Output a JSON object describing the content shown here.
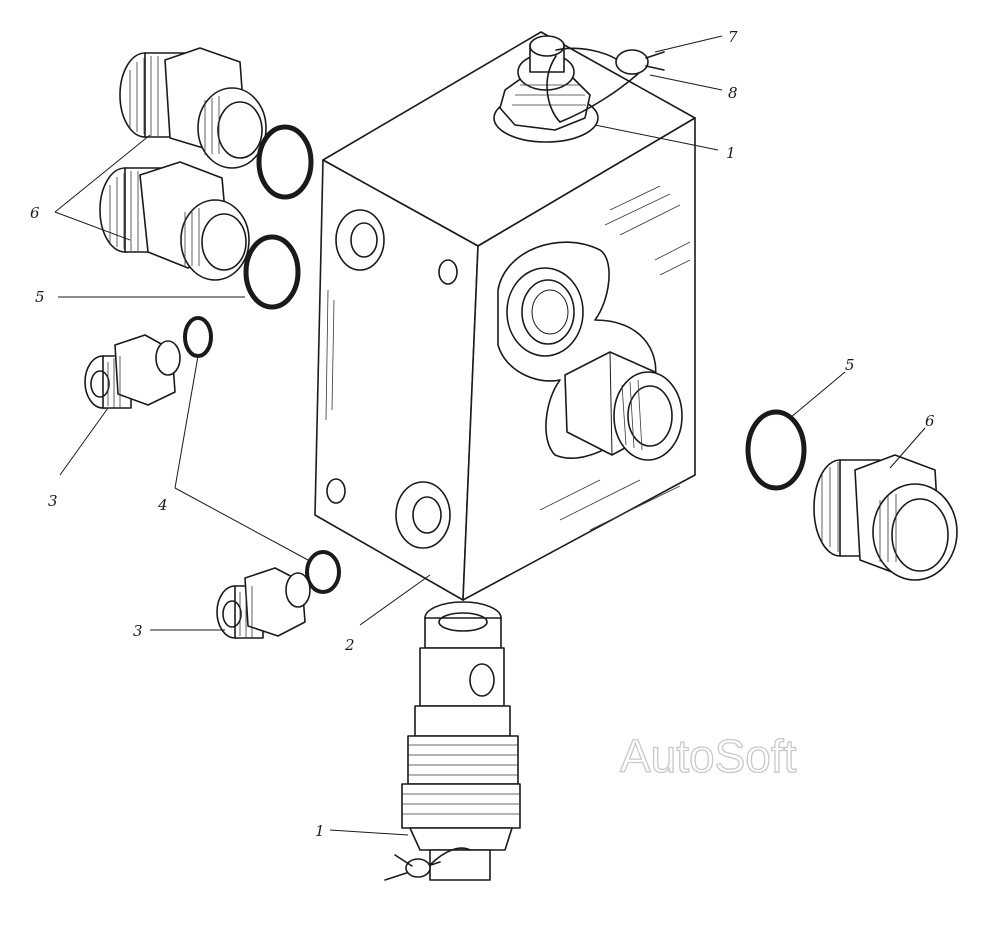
{
  "callouts": [
    {
      "id": "c7-top",
      "label": "7"
    },
    {
      "id": "c8-top",
      "label": "8"
    },
    {
      "id": "c1-top",
      "label": "1"
    },
    {
      "id": "c6-left",
      "label": "6"
    },
    {
      "id": "c5-left",
      "label": "5"
    },
    {
      "id": "c3-upper",
      "label": "3"
    },
    {
      "id": "c4",
      "label": "4"
    },
    {
      "id": "c3-lower",
      "label": "3"
    },
    {
      "id": "c2",
      "label": "2"
    },
    {
      "id": "c5-right",
      "label": "5"
    },
    {
      "id": "c6-right",
      "label": "6"
    },
    {
      "id": "c1-bottom",
      "label": "1"
    }
  ],
  "watermark": "AutoSoft",
  "colors": {
    "ink": "#1a1a1a",
    "watermark": "#c9c9c9",
    "background": "#ffffff"
  }
}
